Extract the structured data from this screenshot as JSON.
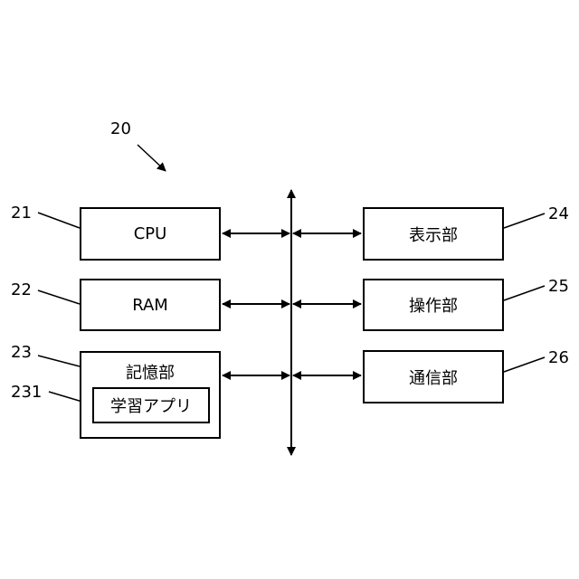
{
  "figure": {
    "number": "20",
    "components": {
      "cpu": {
        "ref": "21",
        "label": "CPU"
      },
      "ram": {
        "ref": "22",
        "label": "RAM"
      },
      "storage": {
        "ref": "23",
        "label": "記憶部"
      },
      "app": {
        "ref": "231",
        "label": "学習アプリ"
      },
      "display": {
        "ref": "24",
        "label": "表示部"
      },
      "operation": {
        "ref": "25",
        "label": "操作部"
      },
      "communication": {
        "ref": "26",
        "label": "通信部"
      }
    }
  }
}
